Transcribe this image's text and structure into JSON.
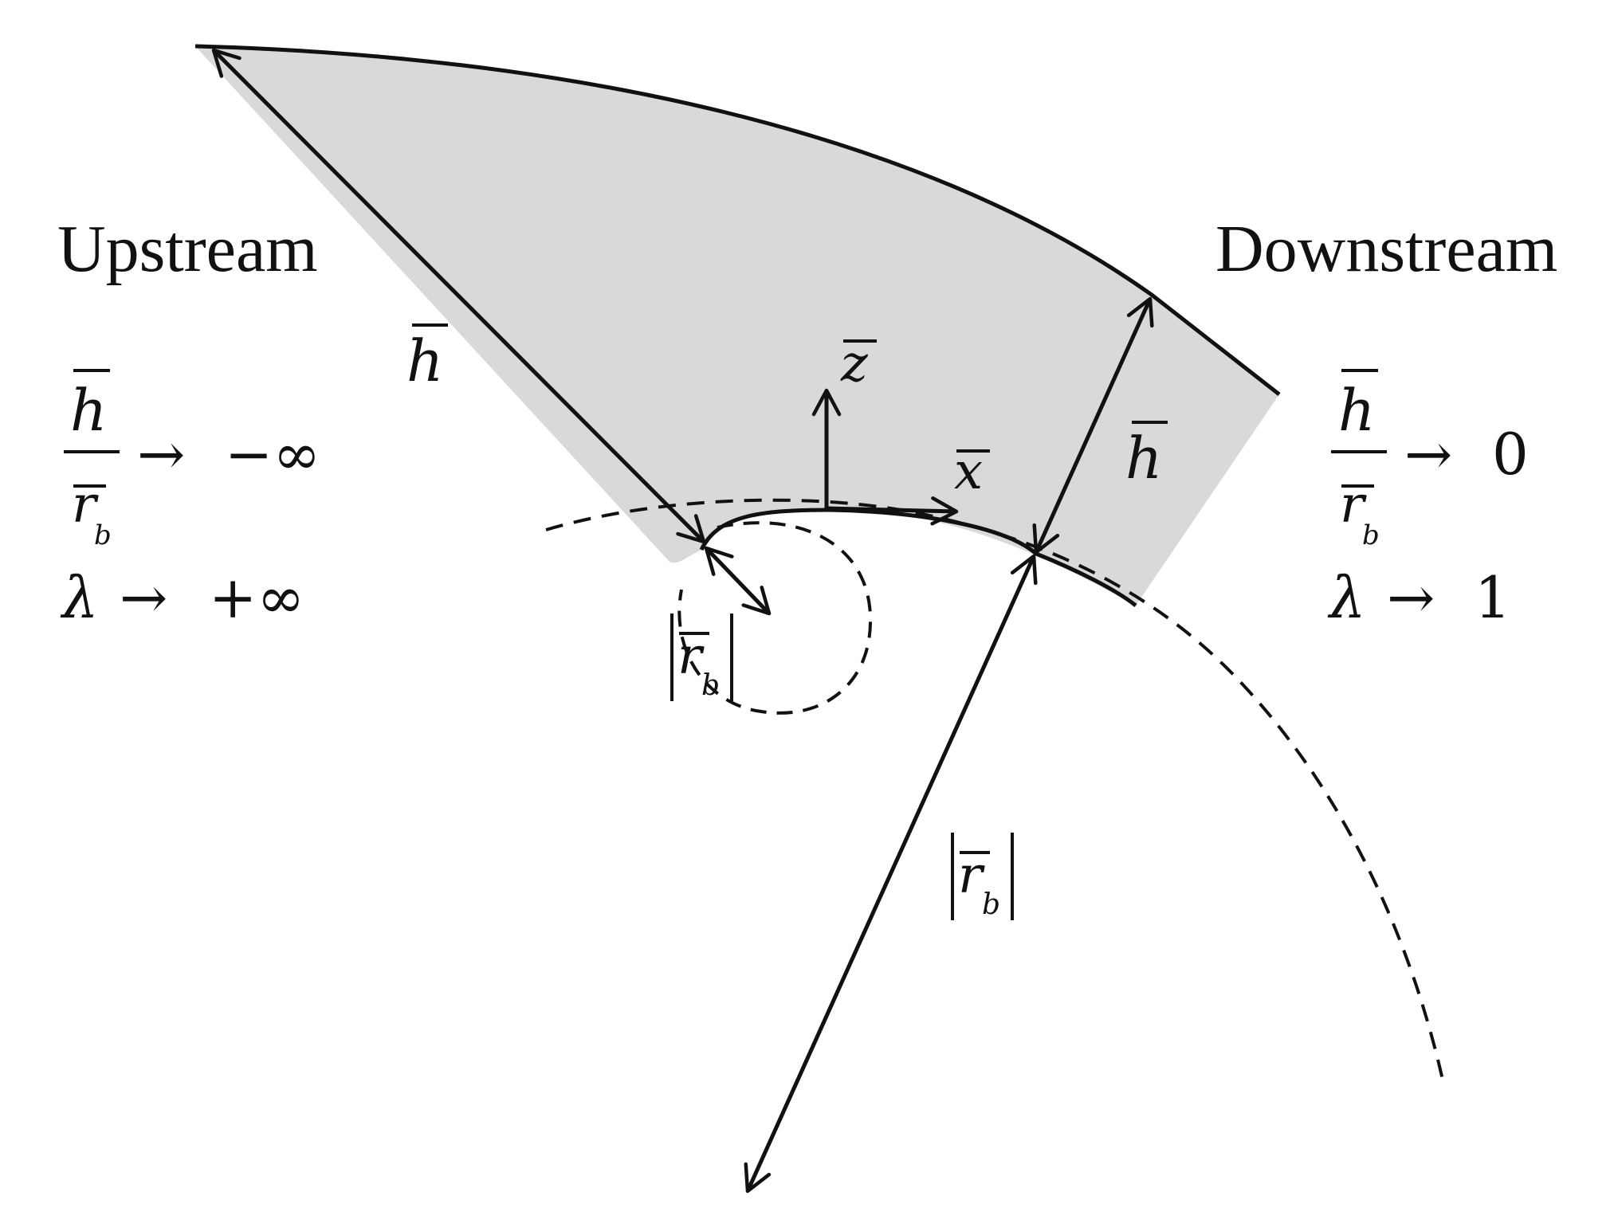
{
  "labels": {
    "upstream": "Upstream",
    "downstream": "Downstream",
    "h": "h",
    "r": "r",
    "sub_b": "b",
    "z": "z",
    "x": "x",
    "lambda": "λ",
    "arrow": "→",
    "up_limit": "−∞",
    "up_lambda_limit": "+∞",
    "down_limit": "0",
    "down_lambda_limit": "1",
    "abs_bar": "|"
  },
  "colors": {
    "fluid_fill": "#d9d9d9",
    "ink": "#111111"
  }
}
